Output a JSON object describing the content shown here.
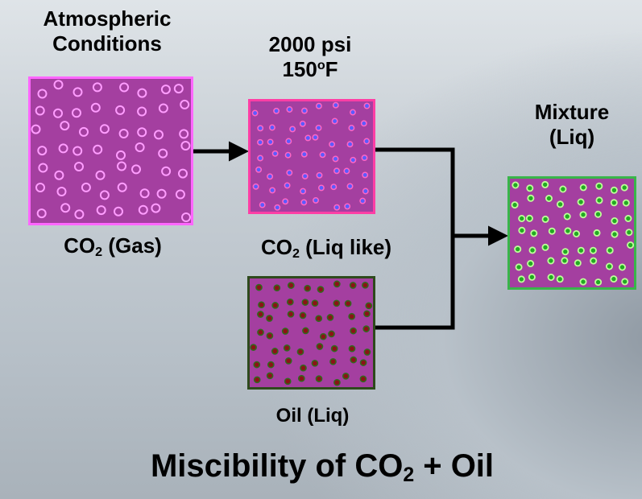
{
  "labels": {
    "atmospheric_line1": "Atmospheric",
    "atmospheric_line2": "Conditions",
    "pressure": "2000 psi",
    "temp_value": "150",
    "temp_deg": "o",
    "temp_unit": "F",
    "mixture_line1": "Mixture",
    "mixture_line2": "(Liq)",
    "co2_gas_prefix": "CO",
    "co2_gas_sub": "2",
    "co2_gas_suffix": " (Gas)",
    "co2_liq_prefix": "CO",
    "co2_liq_sub": "2",
    "co2_liq_suffix": " (Liq like)",
    "oil_label": "Oil (Liq)"
  },
  "title": {
    "prefix": "Miscibility of CO",
    "sub": "2",
    "suffix": " + Oil"
  },
  "colors": {
    "box_fill": "#a43fa0",
    "gas_border": "#ff66ff",
    "gas_particle": "#ff9dff",
    "liq_border": "#ff3ea5",
    "liq_particle_ring": "#ff66c4",
    "liq_particle_core": "#5b5bff",
    "oil_border": "#2e4a1c",
    "oil_particle": "#8a1414",
    "oil_particle_ring": "#2f6b1f",
    "mix_border": "#39b54a",
    "mix_particle_ring": "#bfff9a",
    "mix_particle_core": "#22aa22"
  }
}
